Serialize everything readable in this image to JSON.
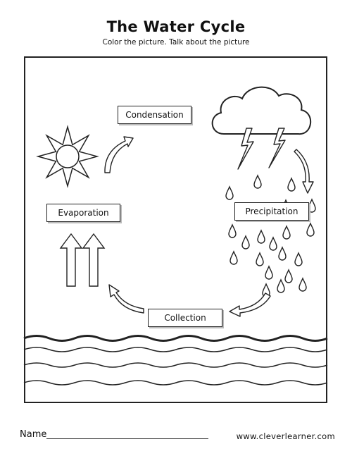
{
  "worksheet": {
    "title": "The Water Cycle",
    "subtitle": "Color the picture. Talk about the picture"
  },
  "labels": {
    "condensation": "Condensation",
    "evaporation": "Evaporation",
    "precipitation": "Precipitation",
    "collection": "Collection"
  },
  "footer": {
    "name_label": "Name",
    "website": "www.cleverlearner.com"
  },
  "icons": [
    "sun-icon",
    "cloud-icon",
    "lightning-icon",
    "raindrop-icon",
    "arrow-icon",
    "water-wave-icon"
  ]
}
